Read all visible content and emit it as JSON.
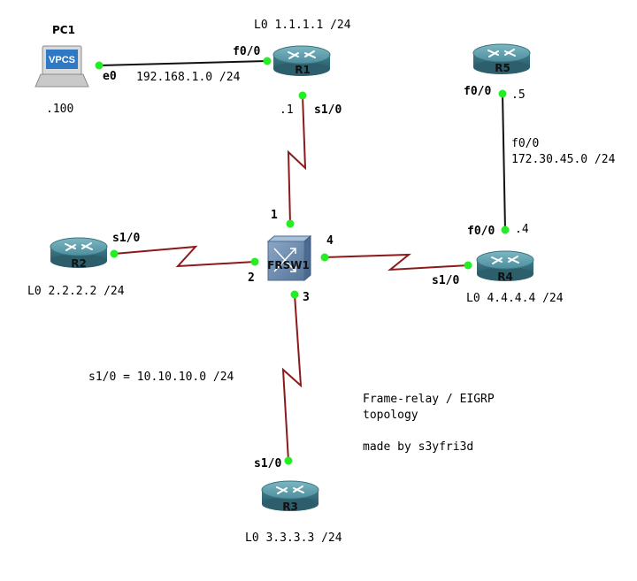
{
  "devices": {
    "pc1": {
      "name": "PC1",
      "screen_text": "VPCS",
      "host_ip": ".100"
    },
    "r1": {
      "name": "R1",
      "loopback": "L0 1.1.1.1 /24"
    },
    "r2": {
      "name": "R2",
      "loopback": "L0 2.2.2.2 /24"
    },
    "r3": {
      "name": "R3",
      "loopback": "L0 3.3.3.3 /24"
    },
    "r4": {
      "name": "R4",
      "loopback": "L0 4.4.4.4 /24"
    },
    "r5": {
      "name": "R5"
    },
    "frsw1": {
      "name": "FRSW1"
    }
  },
  "interfaces": {
    "pc1_e0": "e0",
    "r1_f00": "f0/0",
    "r1_s10": "s1/0",
    "r1_s10_ip": ".1",
    "r2_s10": "s1/0",
    "r3_s10": "s1/0",
    "r4_s10": "s1/0",
    "r4_f00": "f0/0",
    "r4_f00_ip": ".4",
    "r5_f00": "f0/0",
    "r5_f00_ip": ".5",
    "frsw_port1": "1",
    "frsw_port2": "2",
    "frsw_port3": "3",
    "frsw_port4": "4"
  },
  "networks": {
    "lan_pc1_r1": "192.168.1.0 /24",
    "r4_r5_intf": "f0/0",
    "r4_r5_net": "172.30.45.0 /24",
    "frame_relay": "s1/0 = 10.10.10.0 /24"
  },
  "notes": {
    "line1": "Frame-relay / EIGRP",
    "line2": "topology",
    "line3": "made by s3yfri3d"
  },
  "colors": {
    "serial_link": "#8b1a1a",
    "ethernet_link": "#111111",
    "link_status_up": "#22ee22",
    "router_body": "#3f7f8f",
    "router_top": "#6aa7b5",
    "switch_body": "#6f8fb0"
  }
}
